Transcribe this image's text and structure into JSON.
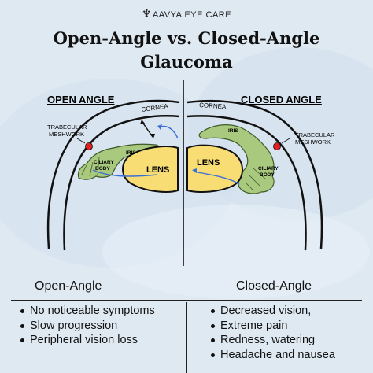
{
  "brand": {
    "name": "AAVYA EYE CARE"
  },
  "title": {
    "line1": "Open-Angle vs. Closed-Angle",
    "line2": "Glaucoma"
  },
  "left": {
    "heading": "OPEN ANGLE",
    "cornea": "CORNEA",
    "trabecular": [
      "TRABECULAR",
      "MESHWORK"
    ],
    "iris": "IRIS",
    "ciliary": [
      "CILIARY",
      "BODY"
    ],
    "lens": "LENS"
  },
  "right": {
    "heading": "CLOSED ANGLE",
    "cornea": "CORNEA",
    "trabecular": [
      "TRABECULAR",
      "MESHWORK"
    ],
    "iris": "IRIS",
    "ciliary": [
      "CILIARY",
      "BODY"
    ],
    "lens": "LENS"
  },
  "columns": {
    "left_title": "Open-Angle",
    "right_title": "Closed-Angle"
  },
  "symptoms": {
    "left": [
      "No noticeable symptoms",
      "Slow progression",
      "Peripheral vision loss"
    ],
    "right": [
      "Decreased vision,",
      "Extreme pain",
      "Redness, watering",
      "Headache and nausea"
    ]
  },
  "colors": {
    "background": "#dfe9f2",
    "iris_green": "#a9c97e",
    "lens_yellow": "#f7dd74",
    "meshwork_red": "#e02020",
    "flow_blue": "#3b6fd6"
  }
}
